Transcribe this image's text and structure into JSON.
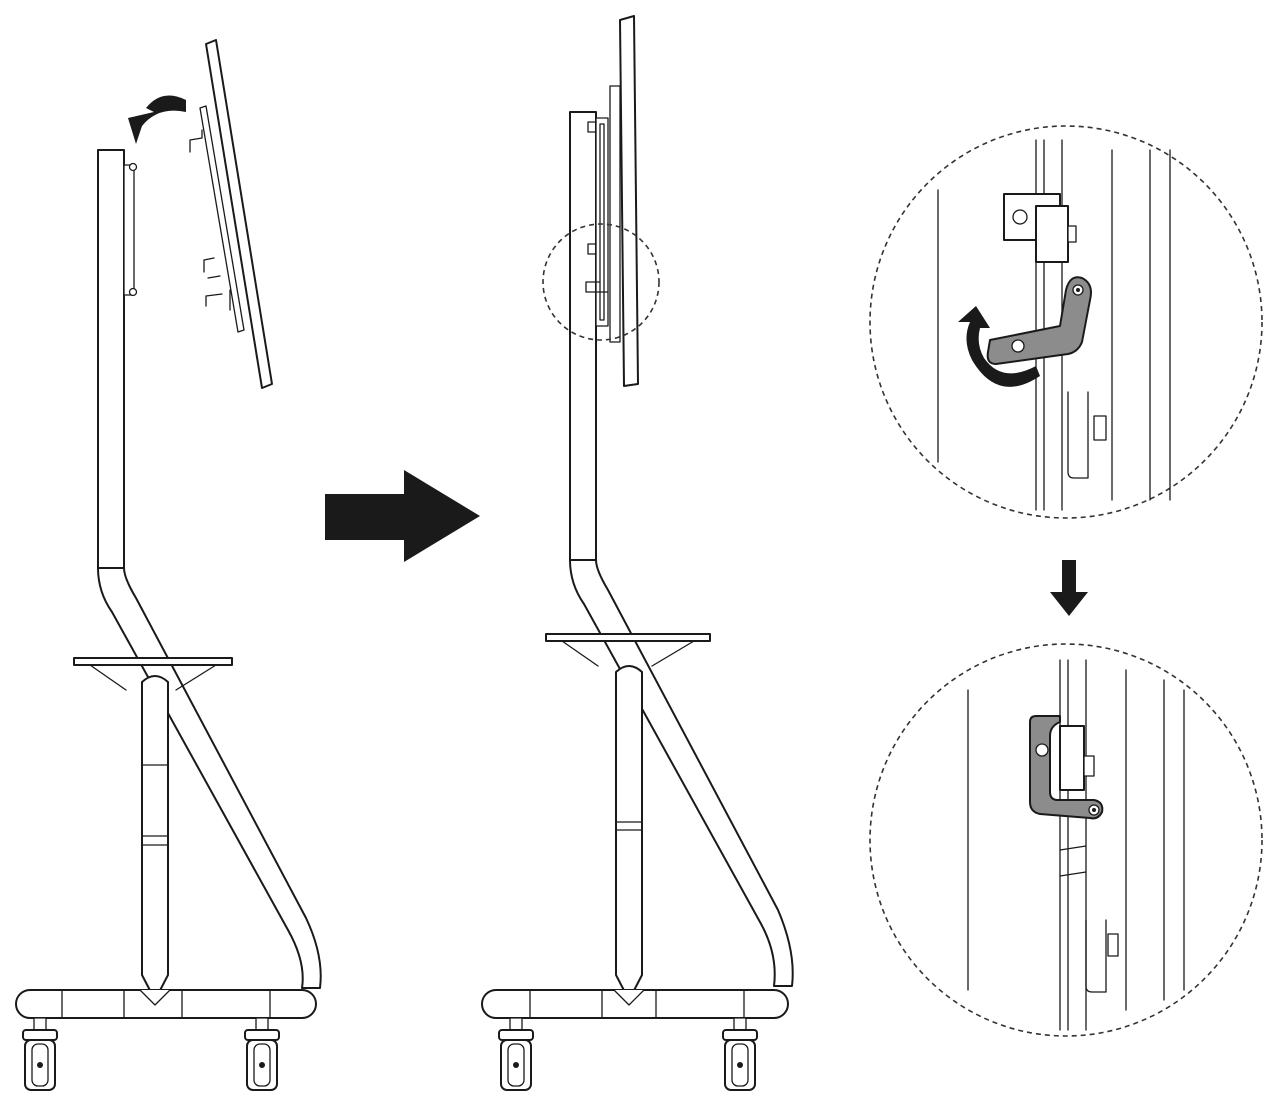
{
  "diagram": {
    "panels": [
      {
        "id": "stand-before-mount",
        "state": "display-tilted-over-stand"
      },
      {
        "id": "stand-after-mount",
        "state": "display-hung-on-stand"
      },
      {
        "id": "detail-latch-open",
        "state": "latch-rotating"
      },
      {
        "id": "detail-latch-closed",
        "state": "latch-locked"
      }
    ],
    "arrows": [
      "curved-hang-arrow",
      "right-step-arrow",
      "down-step-arrow",
      "curved-rotate-arrow"
    ],
    "colors": {
      "line": "#1a1a1a",
      "arrow": "#1a1a1a",
      "latch_fill": "#8c8c8c",
      "background": "#ffffff"
    }
  }
}
